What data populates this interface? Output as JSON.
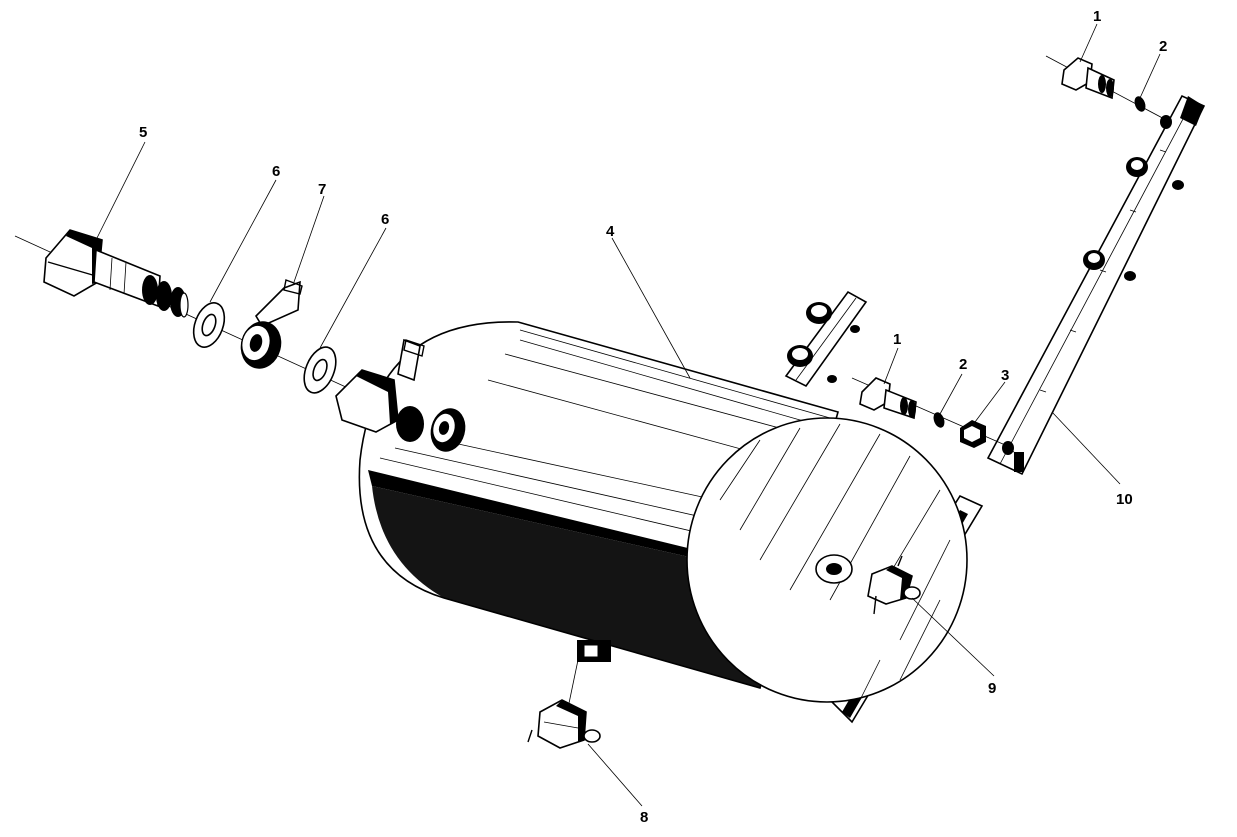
{
  "diagram": {
    "callouts": [
      {
        "id": "c1a",
        "label": "1"
      },
      {
        "id": "c2a",
        "label": "2"
      },
      {
        "id": "c5",
        "label": "5"
      },
      {
        "id": "c6a",
        "label": "6"
      },
      {
        "id": "c7",
        "label": "7"
      },
      {
        "id": "c6b",
        "label": "6"
      },
      {
        "id": "c4",
        "label": "4"
      },
      {
        "id": "c1b",
        "label": "1"
      },
      {
        "id": "c2b",
        "label": "2"
      },
      {
        "id": "c3",
        "label": "3"
      },
      {
        "id": "c10",
        "label": "10"
      },
      {
        "id": "c9",
        "label": "9"
      },
      {
        "id": "c8",
        "label": "8"
      }
    ]
  }
}
